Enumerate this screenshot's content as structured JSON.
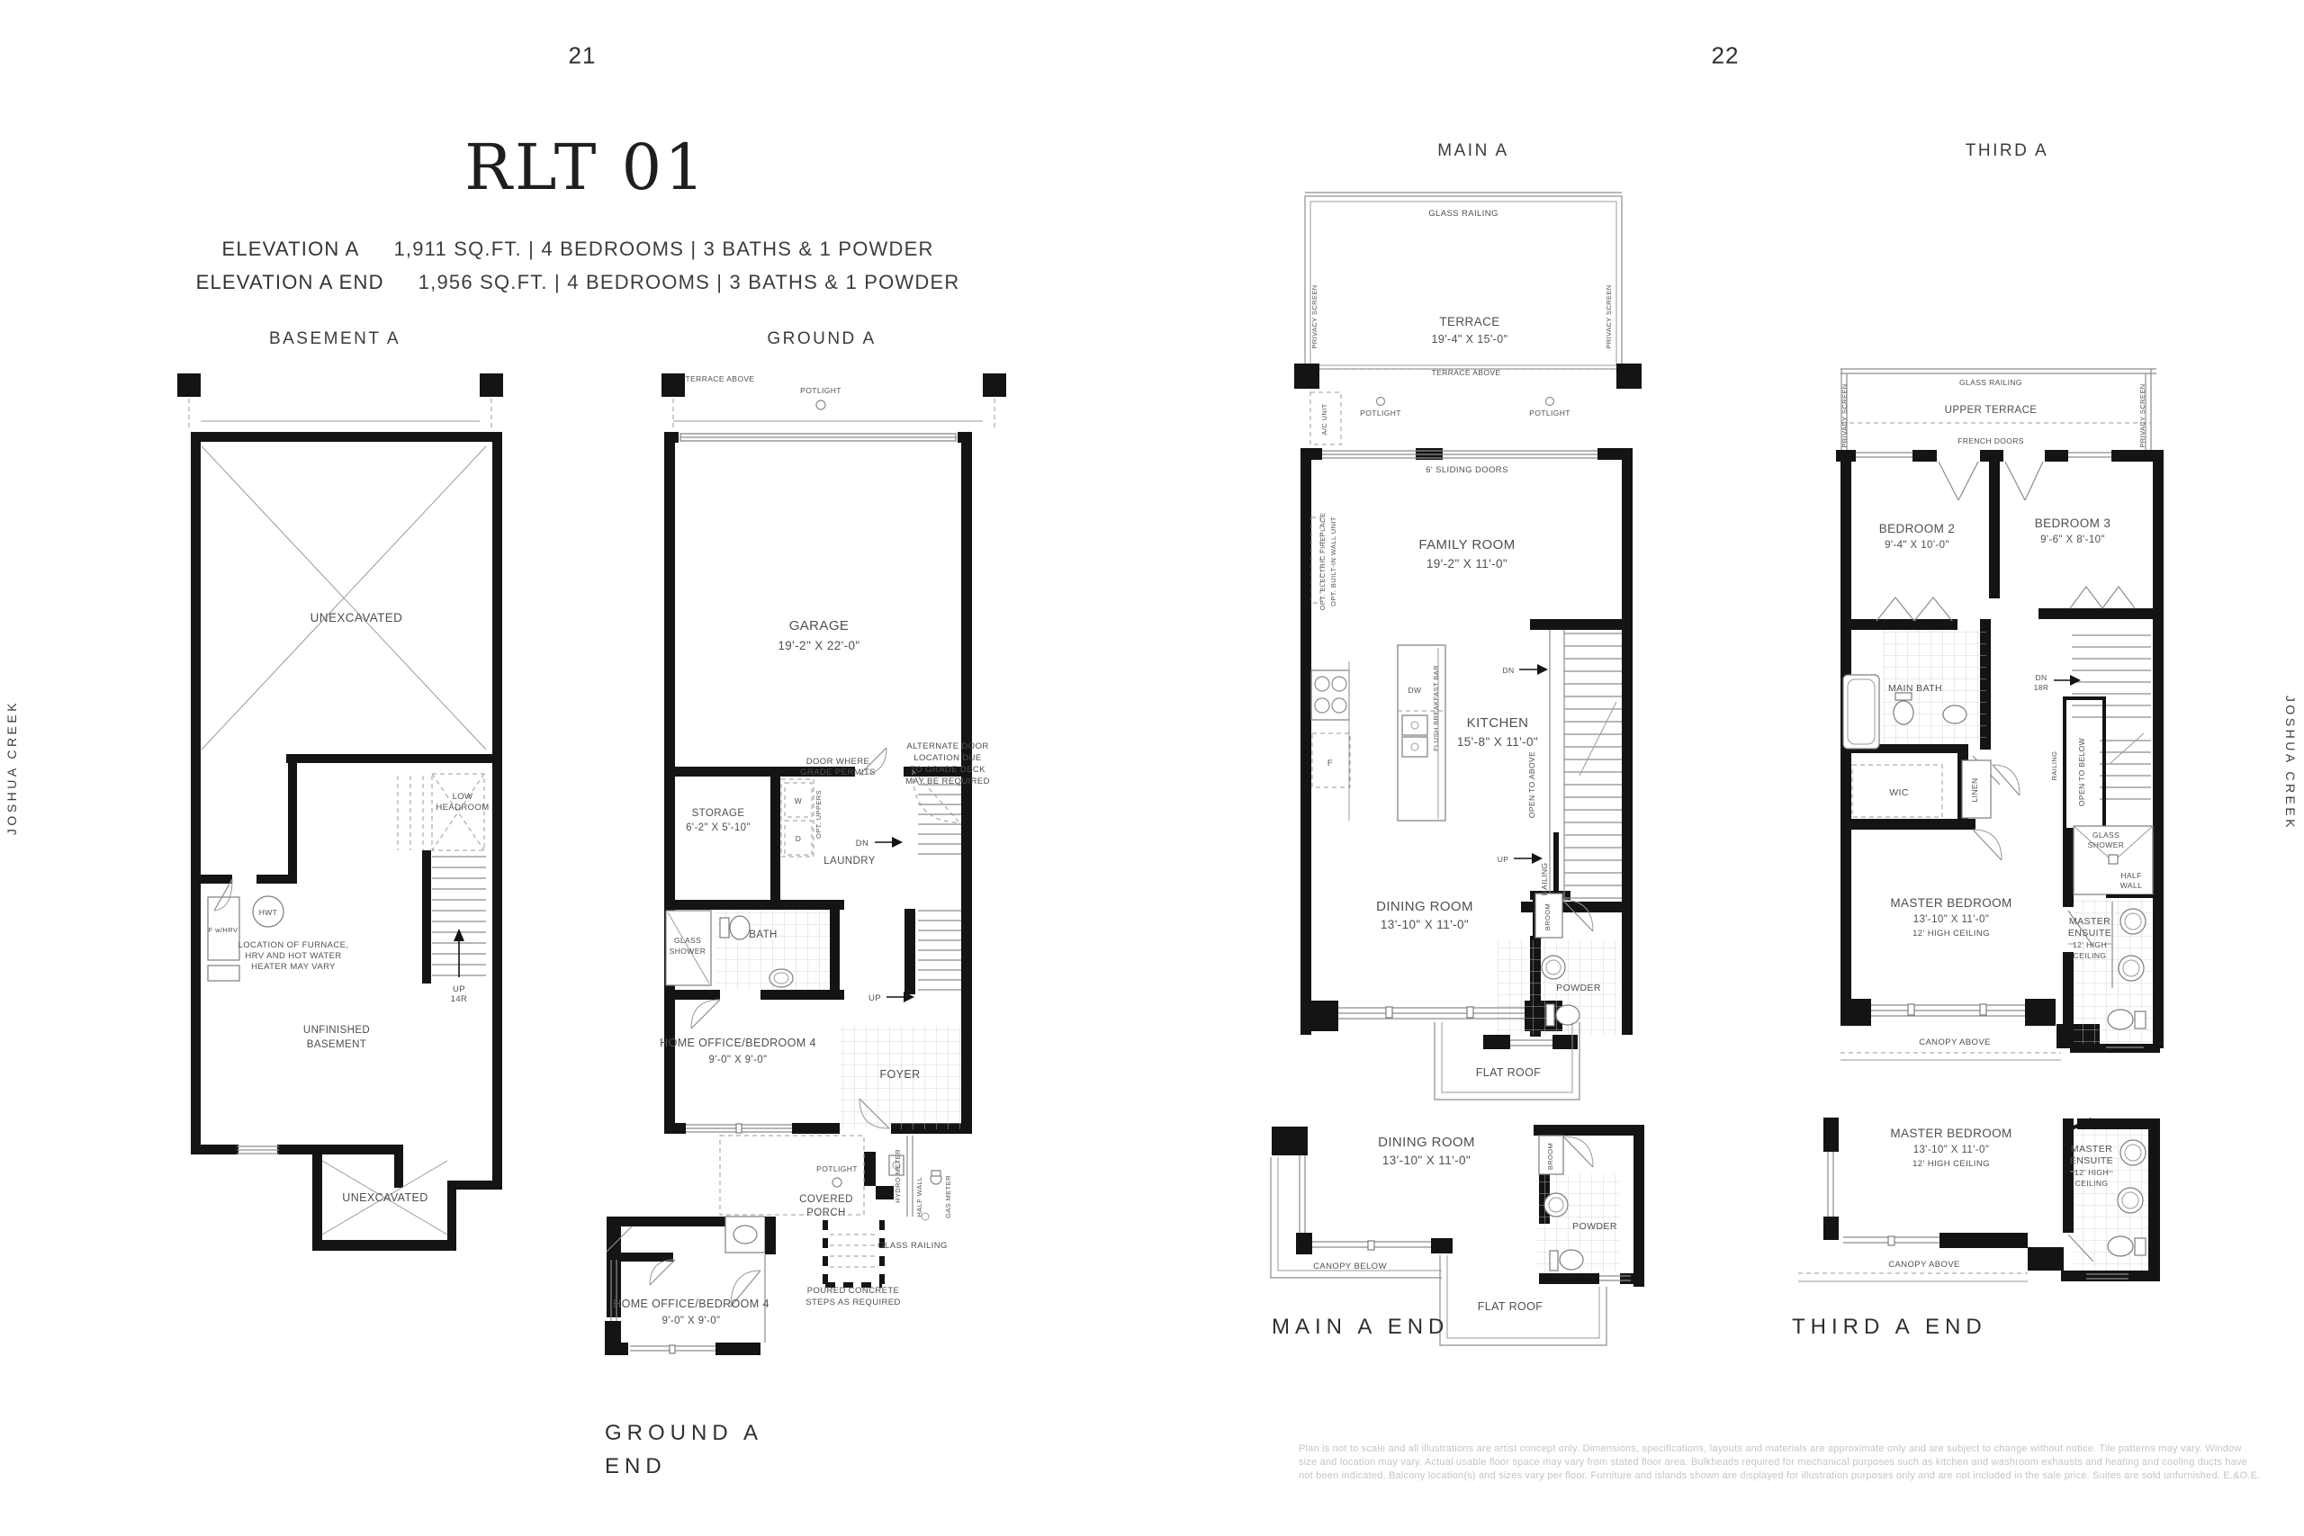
{
  "colors": {
    "ink": "#141414",
    "label_text": "#4a4a4a",
    "title_text": "#1e1e1e",
    "fine_print": "#c5c5c5",
    "background": "#ffffff"
  },
  "page": {
    "left_number": "21",
    "right_number": "22",
    "side_label_left": "JOSHUA CREEK",
    "side_label_right": "JOSHUA CREEK"
  },
  "header": {
    "title": "RLT 01",
    "rows": [
      {
        "name": "ELEVATION A",
        "specs": "1,911 SQ.FT.  |  4 BEDROOMS  |  3 BATHS & 1 POWDER"
      },
      {
        "name": "ELEVATION A END",
        "specs": "1,956 SQ.FT.  |  4 BEDROOMS  |  3 BATHS & 1 POWDER"
      }
    ]
  },
  "plans": {
    "basement": {
      "title": "BASEMENT A",
      "unexcavated": "UNEXCAVATED",
      "unexcavated_small": "UNEXCAVATED",
      "low_headroom_1": "LOW",
      "low_headroom_2": "HEADROOM",
      "furnace_1": "LOCATION OF FURNACE,",
      "furnace_2": "HRV AND HOT WATER",
      "furnace_3": "HEATER MAY VARY",
      "f_hrv": "F w/HRV",
      "hwt": "HWT",
      "unfinished_1": "UNFINISHED",
      "unfinished_2": "BASEMENT",
      "up": "UP",
      "up_risers": "14R"
    },
    "ground": {
      "title": "GROUND A",
      "terrace_above": "TERRACE ABOVE",
      "potlight": "POTLIGHT",
      "garage": "GARAGE",
      "garage_dim": "19'-2\" X 22'-0\"",
      "door_grade_1": "DOOR WHERE",
      "door_grade_2": "GRADE PERMITS",
      "alt_door_1": "ALTERNATE DOOR",
      "alt_door_2": "LOCATION DUE",
      "alt_door_3": "TO GRADE DECK",
      "alt_door_4": "MAY BE REQUIRED",
      "storage": "STORAGE",
      "storage_dim": "6'-2\" X 5'-10\"",
      "laundry": "LAUNDRY",
      "opt_uppers": "OPT. UPPERS",
      "washer": "W",
      "dryer": "D",
      "dn": "DN",
      "up": "UP",
      "glass_shower_1": "GLASS",
      "glass_shower_2": "SHOWER",
      "bath": "BATH",
      "home_office": "HOME OFFICE/BEDROOM 4",
      "home_office_dim": "9'-0\" X 9'-0\"",
      "foyer": "FOYER",
      "covered_porch_1": "COVERED",
      "covered_porch_2": "PORCH",
      "hydro_meter": "HYDRO METER",
      "half_wall": "HALF WALL",
      "gas_meter": "GAS METER",
      "glass_railing": "GLASS RAILING",
      "poured_1": "POURED CONCRETE",
      "poured_2": "STEPS AS REQUIRED"
    },
    "ground_end": {
      "title_1": "GROUND A",
      "title_2": "END",
      "home_office": "HOME OFFICE/BEDROOM 4",
      "home_office_dim": "9'-0\" X 9'-0\""
    },
    "main": {
      "title": "MAIN A",
      "glass_railing": "GLASS RAILING",
      "terrace": "TERRACE",
      "terrace_dim": "19'-4\" X 15'-0\"",
      "privacy_screen": "PRIVACY SCREEN",
      "terrace_above": "TERRACE ABOVE",
      "ac_unit": "A/C UNIT",
      "potlight": "POTLIGHT",
      "sliding_doors": "6' SLIDING DOORS",
      "family_room": "FAMILY ROOM",
      "family_room_dim": "19'-2\" X 11'-0\"",
      "opt_fireplace": "OPT. ELECTRIC FIREPLACE",
      "opt_wall_unit": "OPT. BUILT-IN WALL UNIT",
      "dw": "DW",
      "fridge": "F",
      "flush_bar": "FLUSH BREAKFAST BAR",
      "kitchen": "KITCHEN",
      "kitchen_dim": "15'-8\" X 11'-0\"",
      "dn": "DN",
      "up": "UP",
      "open_to_above": "OPEN TO ABOVE",
      "railing": "RAILING",
      "dining": "DINING ROOM",
      "dining_dim": "13'-10\" X 11'-0\"",
      "broom": "BROOM",
      "powder": "POWDER",
      "flat_roof": "FLAT ROOF"
    },
    "main_end": {
      "title": "MAIN A END",
      "dining": "DINING ROOM",
      "dining_dim": "13'-10\" X 11'-0\"",
      "broom": "BROOM",
      "powder": "POWDER",
      "canopy_below": "CANOPY BELOW",
      "flat_roof": "FLAT ROOF"
    },
    "third": {
      "title": "THIRD A",
      "glass_railing": "GLASS RAILING",
      "upper_terrace": "UPPER TERRACE",
      "french_doors": "FRENCH DOORS",
      "privacy_screen": "PRIVACY SCREEN",
      "bedroom2": "BEDROOM 2",
      "bedroom2_dim": "9'-4\" X 10'-0\"",
      "bedroom3": "BEDROOM 3",
      "bedroom3_dim": "9'-6\" X 8'-10\"",
      "main_bath": "MAIN BATH",
      "dn": "DN",
      "dn_risers": "18R",
      "wic": "WIC",
      "linen": "LINEN",
      "railing": "RAILING",
      "open_to_below": "OPEN TO BELOW",
      "glass_shower_1": "GLASS",
      "glass_shower_2": "SHOWER",
      "half_wall_1": "HALF",
      "half_wall_2": "WALL",
      "master": "MASTER BEDROOM",
      "master_dim": "13'-10\" X 11'-0\"",
      "master_ceiling": "12' HIGH CEILING",
      "ensuite_1": "MASTER",
      "ensuite_2": "ENSUITE",
      "ensuite_3": "12' HIGH",
      "ensuite_4": "CEILING",
      "canopy_above": "CANOPY ABOVE"
    },
    "third_end": {
      "title": "THIRD A END",
      "master": "MASTER BEDROOM",
      "master_dim": "13'-10\" X 11'-0\"",
      "master_ceiling": "12' HIGH CEILING",
      "ensuite_1": "MASTER",
      "ensuite_2": "ENSUITE",
      "ensuite_3": "12' HIGH",
      "ensuite_4": "CEILING",
      "canopy_above": "CANOPY ABOVE"
    }
  },
  "disclaimer": {
    "line1": "Plan is not to scale and all illustrations are artist concept only. Dimensions, specifications, layouts and materials are approximate only and are subject to change without notice. Tile patterns may vary. Window",
    "line2": "size and location may vary. Actual usable floor space may vary from stated floor area. Bulkheads required for mechanical purposes such as kitchen and washroom exhausts and heating and cooling ducts have",
    "line3": "not been indicated. Balcony location(s) and sizes vary per floor. Furniture and islands shown are displayed for illustration purposes only and are not included in the sale price. Suites are sold unfurnished. E.&O.E."
  }
}
